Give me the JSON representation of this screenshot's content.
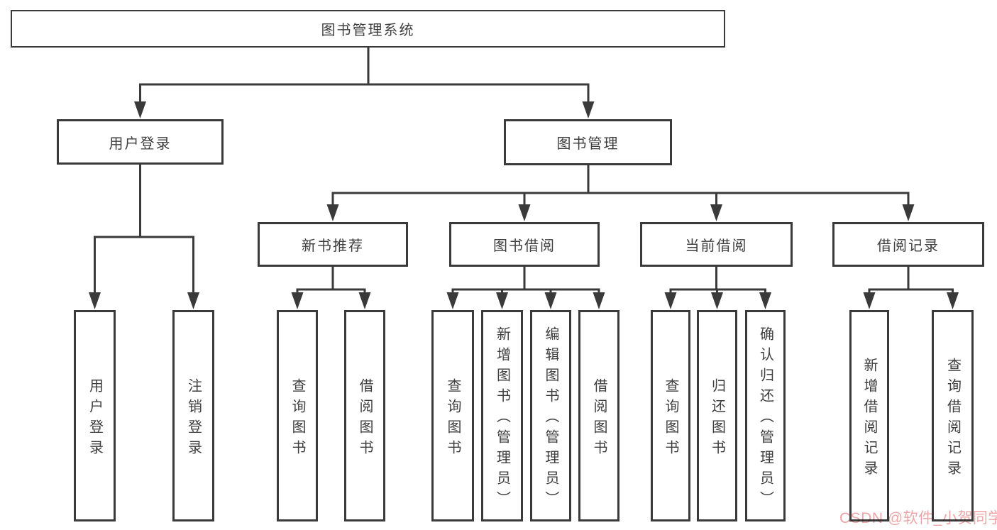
{
  "diagram": {
    "root": {
      "label": "图书管理系统"
    },
    "branches": [
      {
        "label": "用户登录",
        "children": [
          {
            "label": "用户登录"
          },
          {
            "label": "注销登录"
          }
        ]
      },
      {
        "label": "图书管理",
        "children": [
          {
            "label": "新书推荐",
            "children": [
              {
                "label": "查询图书"
              },
              {
                "label": "借阅图书"
              }
            ]
          },
          {
            "label": "图书借阅",
            "children": [
              {
                "label": "查询图书"
              },
              {
                "label": "新增图书（管理员）"
              },
              {
                "label": "编辑图书（管理员）"
              },
              {
                "label": "借阅图书"
              }
            ]
          },
          {
            "label": "当前借阅",
            "children": [
              {
                "label": "查询图书"
              },
              {
                "label": "归还图书"
              },
              {
                "label": "确认归还（管理员）"
              }
            ]
          },
          {
            "label": "借阅记录",
            "children": [
              {
                "label": "新增借阅记录"
              },
              {
                "label": "查询借阅记录"
              }
            ]
          }
        ]
      }
    ]
  },
  "watermark": {
    "text": "CSDN @软件_小贺同学",
    "color": "#efa0a2"
  },
  "colors": {
    "line": "#3a3a3a",
    "text": "#3e3e3e",
    "background": "#ffffff"
  }
}
